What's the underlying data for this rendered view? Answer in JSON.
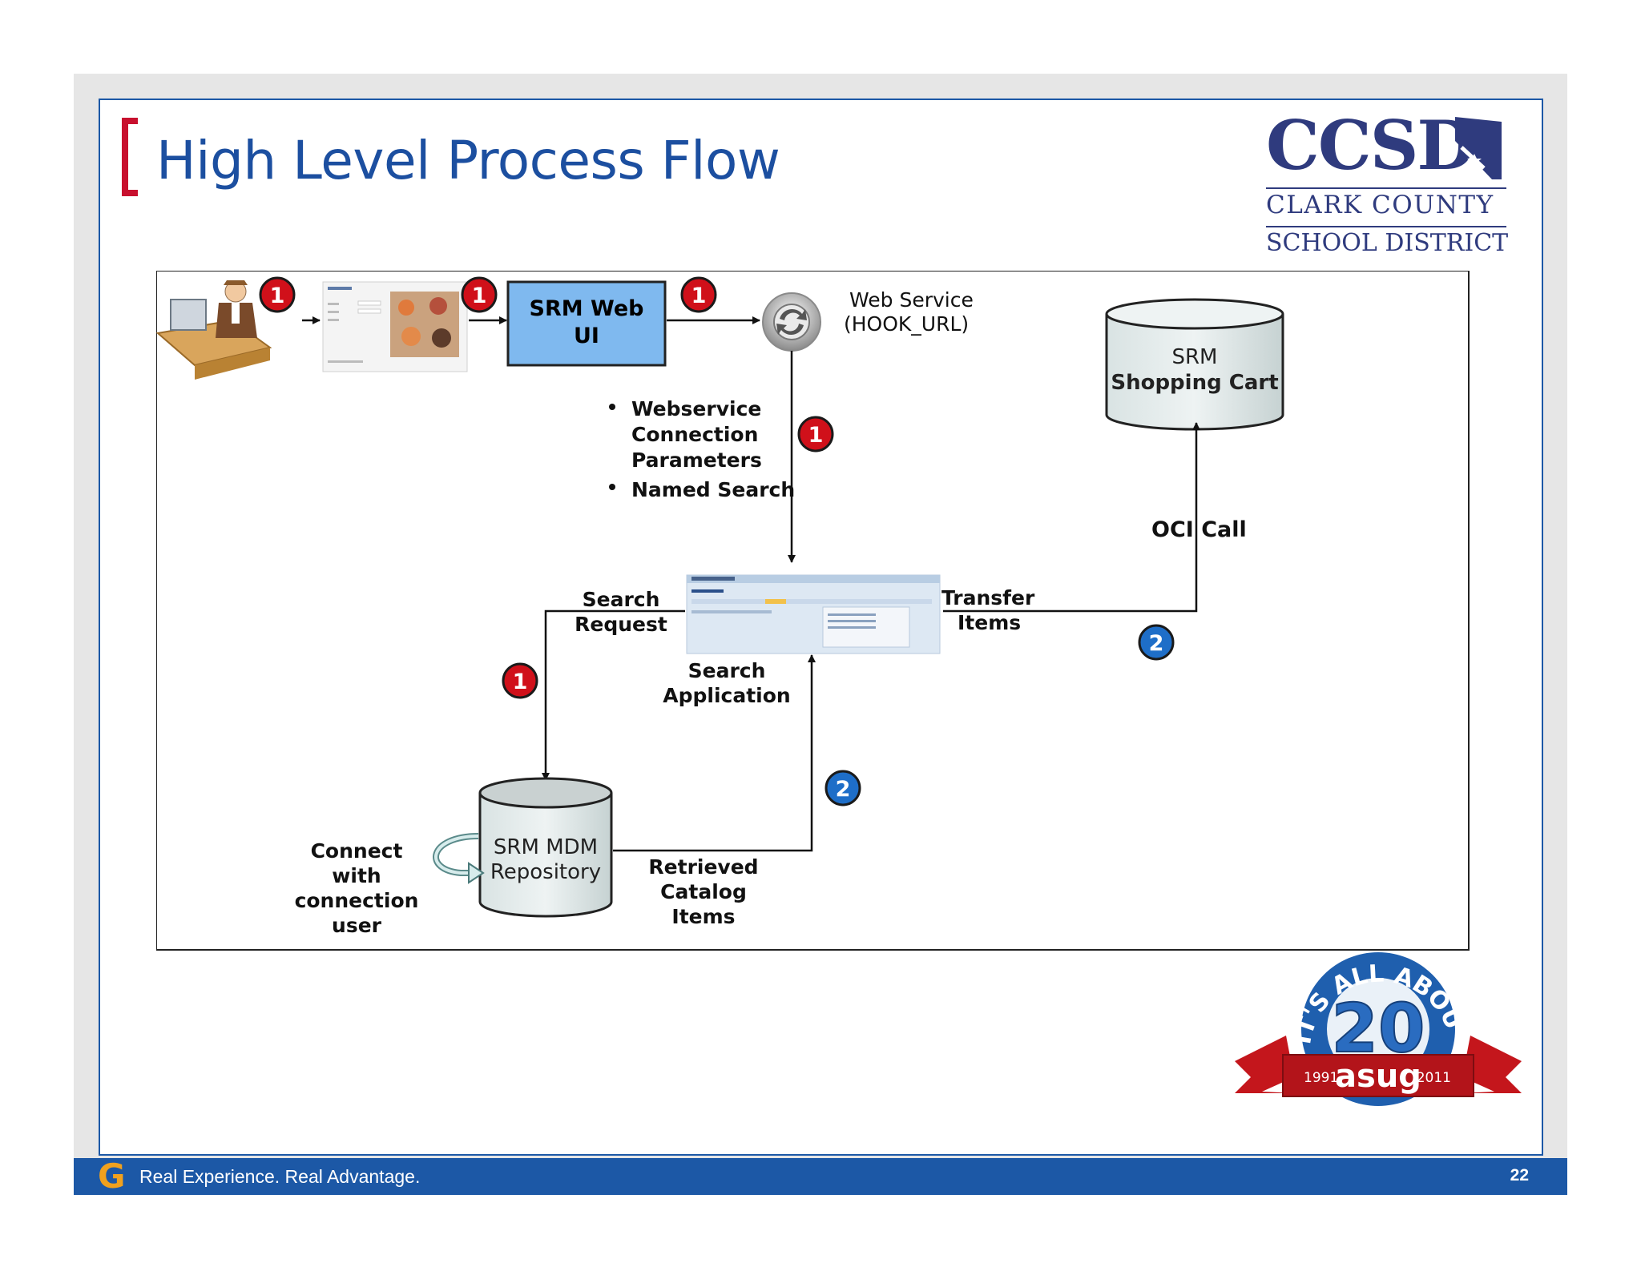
{
  "slide": {
    "title": "High Level Process Flow",
    "footer_tagline": "Real Experience. Real Advantage.",
    "footer_logo_letter": "G",
    "page_number": "22"
  },
  "logo": {
    "acronym": "CCSD",
    "line1": "CLARK COUNTY",
    "line2": "SCHOOL DISTRICT",
    "color": "#2f3b7e"
  },
  "badge": {
    "top_arc": "IT'S ALL ABOUT YOU",
    "number": "20",
    "brand": "asug",
    "year_start": "1991",
    "year_end": "2011"
  },
  "diagram": {
    "srm_web_ui": "SRM Web UI",
    "web_service": [
      "Web Service",
      "(HOOK_URL)"
    ],
    "shopping_cart": [
      "SRM",
      "Shopping Cart"
    ],
    "webservice_bullets": [
      "Webservice",
      "Connection",
      "Parameters",
      "Named Search"
    ],
    "oci_call": "OCI Call",
    "search_request": [
      "Search",
      "Request"
    ],
    "transfer_items": [
      "Transfer",
      "Items"
    ],
    "search_application": [
      "Search",
      "Application"
    ],
    "mdm_repository": [
      "SRM MDM",
      "Repository"
    ],
    "retrieved": [
      "Retrieved",
      "Catalog",
      "Items"
    ],
    "connect": [
      "Connect",
      "with",
      "connection",
      "user"
    ],
    "step_badges": {
      "one": "1",
      "two": "2"
    }
  },
  "colors": {
    "title_blue": "#1c4fa0",
    "accent_red": "#c8102e",
    "footer_blue": "#1c58a6",
    "box_blue": "#7fb9ef",
    "badge_red": "#d0101a",
    "badge_blue": "#1e6ec8"
  }
}
